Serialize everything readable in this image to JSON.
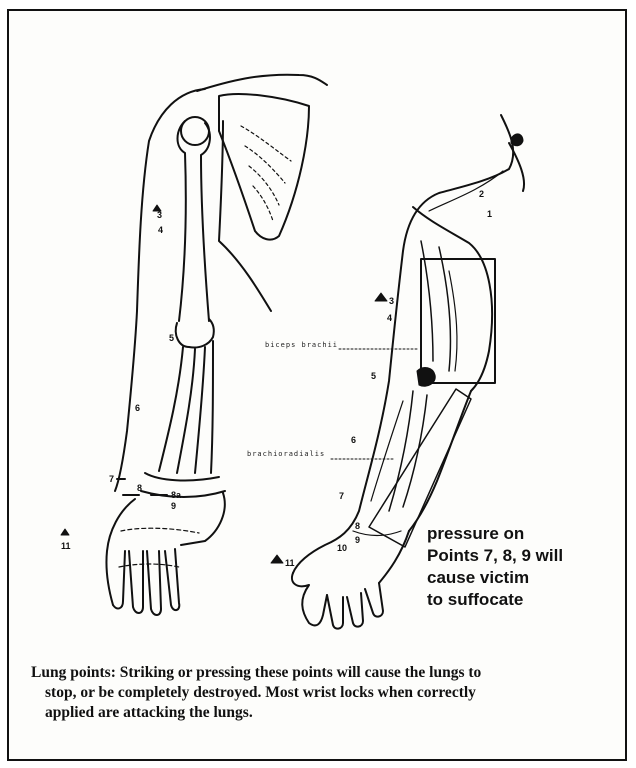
{
  "figure": {
    "left_arm_points": {
      "p3": "3",
      "p4": "4",
      "p5": "5",
      "p6": "6",
      "p7": "7",
      "p8": "8",
      "p8a": "8a",
      "p9": "9",
      "p11": "11"
    },
    "right_arm_points": {
      "p1": "1",
      "p2": "2",
      "p3": "3",
      "p4": "4",
      "p5": "5",
      "p6": "6",
      "p7": "7",
      "p8": "8",
      "p9": "9",
      "p10": "10",
      "p11": "11"
    },
    "muscle_labels": {
      "biceps": "biceps brachii",
      "brachioradialis": "brachioradialis"
    }
  },
  "annotation": {
    "lines": [
      "pressure on",
      "Points 7, 8, 9 will",
      "cause victim",
      "to suffocate"
    ]
  },
  "caption": {
    "lines": [
      "Lung points: Striking or pressing these points will cause the lungs to",
      "stop, or be completely destroyed. Most wrist locks when correctly",
      "applied are attacking the lungs."
    ]
  }
}
